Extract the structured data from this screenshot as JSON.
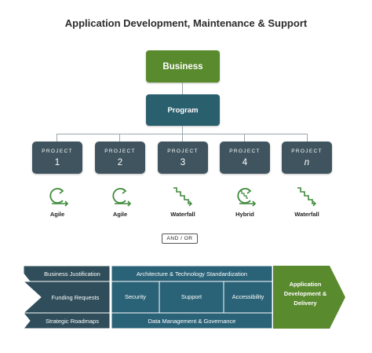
{
  "title": "Application Development, Maintenance & Support",
  "business": "Business",
  "program": "Program",
  "projects": [
    {
      "label": "PROJECT",
      "num": "1",
      "method": "Agile",
      "icon": "agile-cycle-icon"
    },
    {
      "label": "PROJECT",
      "num": "2",
      "method": "Agile",
      "icon": "agile-cycle-icon"
    },
    {
      "label": "PROJECT",
      "num": "3",
      "method": "Waterfall",
      "icon": "waterfall-steps-icon"
    },
    {
      "label": "PROJECT",
      "num": "4",
      "method": "Hybrid",
      "icon": "hybrid-cycle-icon"
    },
    {
      "label": "PROJECT",
      "num": "n",
      "method": "Waterfall",
      "icon": "waterfall-steps-icon"
    }
  ],
  "andor": "AND / OR",
  "left_items": [
    "Business Justification",
    "Funding Requests",
    "Strategic Roadmaps"
  ],
  "center": {
    "top": "Architecture & Technology Standardization",
    "middle": [
      "Security",
      "Support",
      "Accessibility"
    ],
    "bottom": "Data Management & Governance"
  },
  "delivery": [
    "Application",
    "Development &",
    "Delivery"
  ],
  "colors": {
    "green": "#5a8a2e",
    "teal": "#2a5f6e",
    "slate": "#3f545f",
    "band": "#2a6277",
    "chevron": "#2f4d5a",
    "icon_green": "#3f8a3a"
  }
}
